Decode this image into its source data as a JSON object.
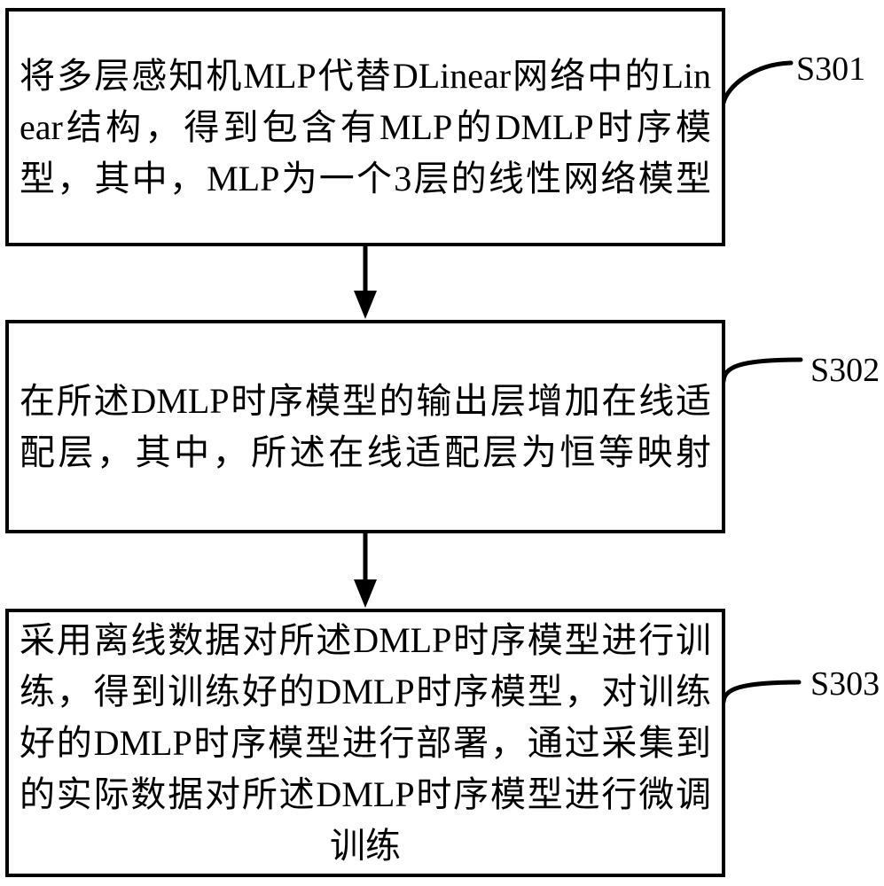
{
  "figure": {
    "type": "flowchart",
    "background": "#ffffff",
    "line_color": "#000000",
    "text_color": "#000000",
    "steps": [
      {
        "label": "S301",
        "lines": [
          "将多层感知机MLP代替DLinear网络中的Lin",
          "ear结构，得到包含有MLP的DMLP时序模",
          "型，其中，MLP为一个3层的线性网络模型"
        ],
        "text": "将多层感知机MLP代替DLinear网络中的Linear结构，得到包含有MLP的DMLP时序模型，其中，MLP为一个3层的线性网络模型"
      },
      {
        "label": "S302",
        "lines": [
          "在所述DMLP时序模型的输出层增加在线适",
          "配层，其中，所述在线适配层为恒等映射"
        ],
        "text": "在所述DMLP时序模型的输出层增加在线适配层，其中，所述在线适配层为恒等映射"
      },
      {
        "label": "S303",
        "lines": [
          "采用离线数据对所述DMLP时序模型进行训",
          "练，得到训练好的DMLP时序模型，对训练",
          "好的DMLP时序模型进行部署，通过采集到",
          "的实际数据对所述DMLP时序模型进行微调",
          "训练"
        ],
        "text": "采用离线数据对所述DMLP时序模型进行训练，得到训练好的DMLP时序模型，对训练好的DMLP时序模型进行部署，通过采集到的实际数据对所述DMLP时序模型进行微调训练"
      }
    ]
  }
}
